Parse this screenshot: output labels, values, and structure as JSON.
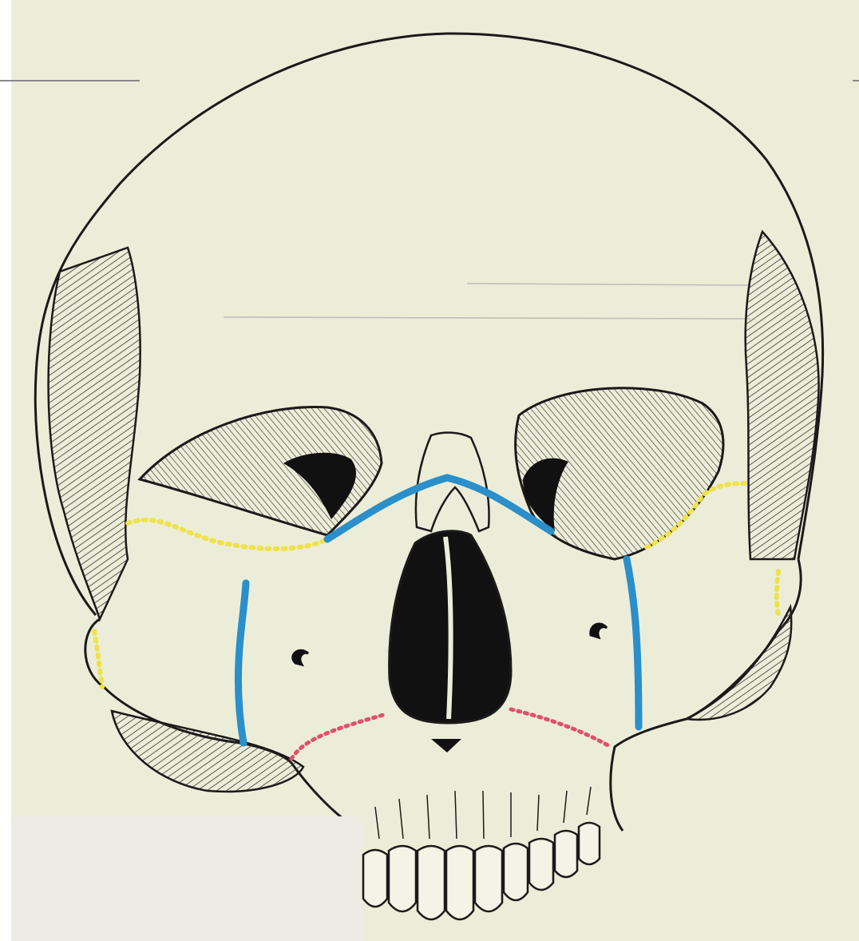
{
  "figure": {
    "subject": "skull-frontal-view",
    "background_color": "#ecedd8",
    "ink_color": "#1a1a1a",
    "hatch_color": "#333333"
  },
  "fracture_lines": [
    {
      "name": "le-fort-iii",
      "color": "#efe24c",
      "style": "dotted"
    },
    {
      "name": "le-fort-ii",
      "color": "#2a8fca",
      "style": "solid"
    },
    {
      "name": "le-fort-i",
      "color": "#e0506a",
      "style": "dotted"
    }
  ]
}
